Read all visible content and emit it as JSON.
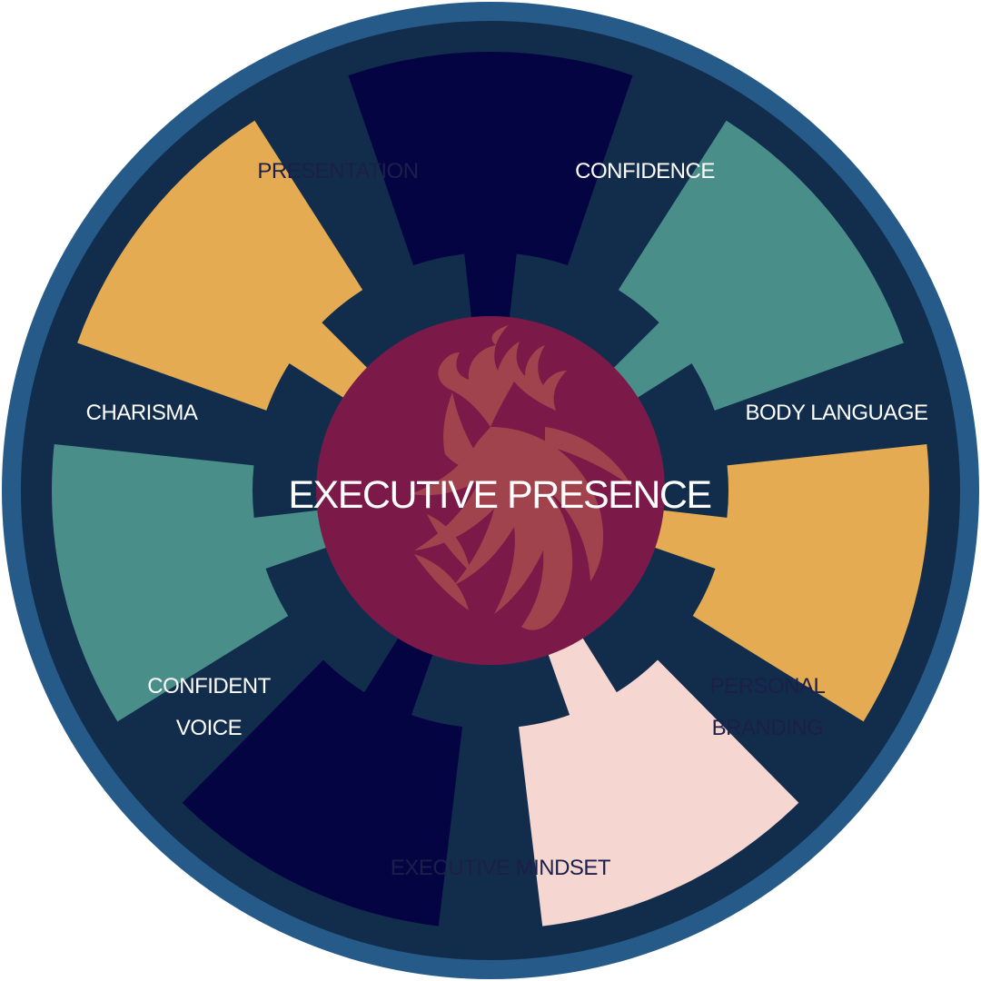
{
  "diagram": {
    "center": {
      "title": "EXECUTIVE PRESENCE",
      "emblem": "phoenix-icon",
      "fill": "#7B1A49",
      "text_color": "#FFFFFF"
    },
    "colors": {
      "outer_ring": "#255A89",
      "background": "#122D4B",
      "accent_orange": "#E5AB53",
      "accent_navy": "#050443",
      "accent_teal": "#4A8E8A",
      "accent_pink": "#F5D6D0",
      "phoenix": "#B0544E"
    },
    "segments": [
      {
        "id": "confidence",
        "lines": [
          "CONFIDENCE"
        ],
        "fill": "#050443",
        "text_color": "#FFFFFF"
      },
      {
        "id": "body-language",
        "lines": [
          "BODY LANGUAGE"
        ],
        "fill": "#4A8E8A",
        "text_color": "#FFFFFF"
      },
      {
        "id": "personal-branding",
        "lines": [
          "PERSONAL",
          "BRANDING"
        ],
        "fill": "#E5AB53",
        "text_color": "#1B1F4A"
      },
      {
        "id": "executive-mindset",
        "lines": [
          "EXECUTIVE MINDSET"
        ],
        "fill": "#F5D6D0",
        "text_color": "#1B1F4A"
      },
      {
        "id": "confident-voice",
        "lines": [
          "CONFIDENT",
          "VOICE"
        ],
        "fill": "#050443",
        "text_color": "#FFFFFF"
      },
      {
        "id": "charisma",
        "lines": [
          "CHARISMA"
        ],
        "fill": "#4A8E8A",
        "text_color": "#FFFFFF"
      },
      {
        "id": "presentation",
        "lines": [
          "PRESENTATION"
        ],
        "fill": "#E5AB53",
        "text_color": "#1B1F4A"
      }
    ]
  }
}
